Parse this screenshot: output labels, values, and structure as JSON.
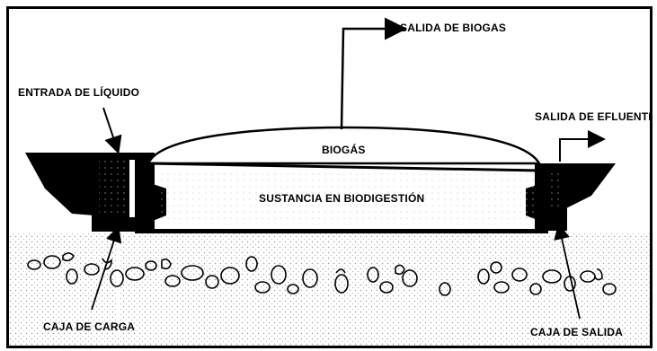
{
  "diagram": {
    "labels": {
      "biogas_outlet": "SALIDA DE BIOGAS",
      "liquid_inlet": "ENTRADA DE LÍQUIDO",
      "effluent_outlet": "SALIDA DE EFLUENTE",
      "biogas": "BIOGÁS",
      "substance": "SUSTANCIA EN BIODIGESTIÓN",
      "load_box": "CAJA DE CARGA",
      "outlet_box": "CAJA DE SALIDA"
    },
    "colors": {
      "ink": "#000000",
      "ground_dots": "#9a9a9a",
      "paper": "#ffffff"
    }
  }
}
